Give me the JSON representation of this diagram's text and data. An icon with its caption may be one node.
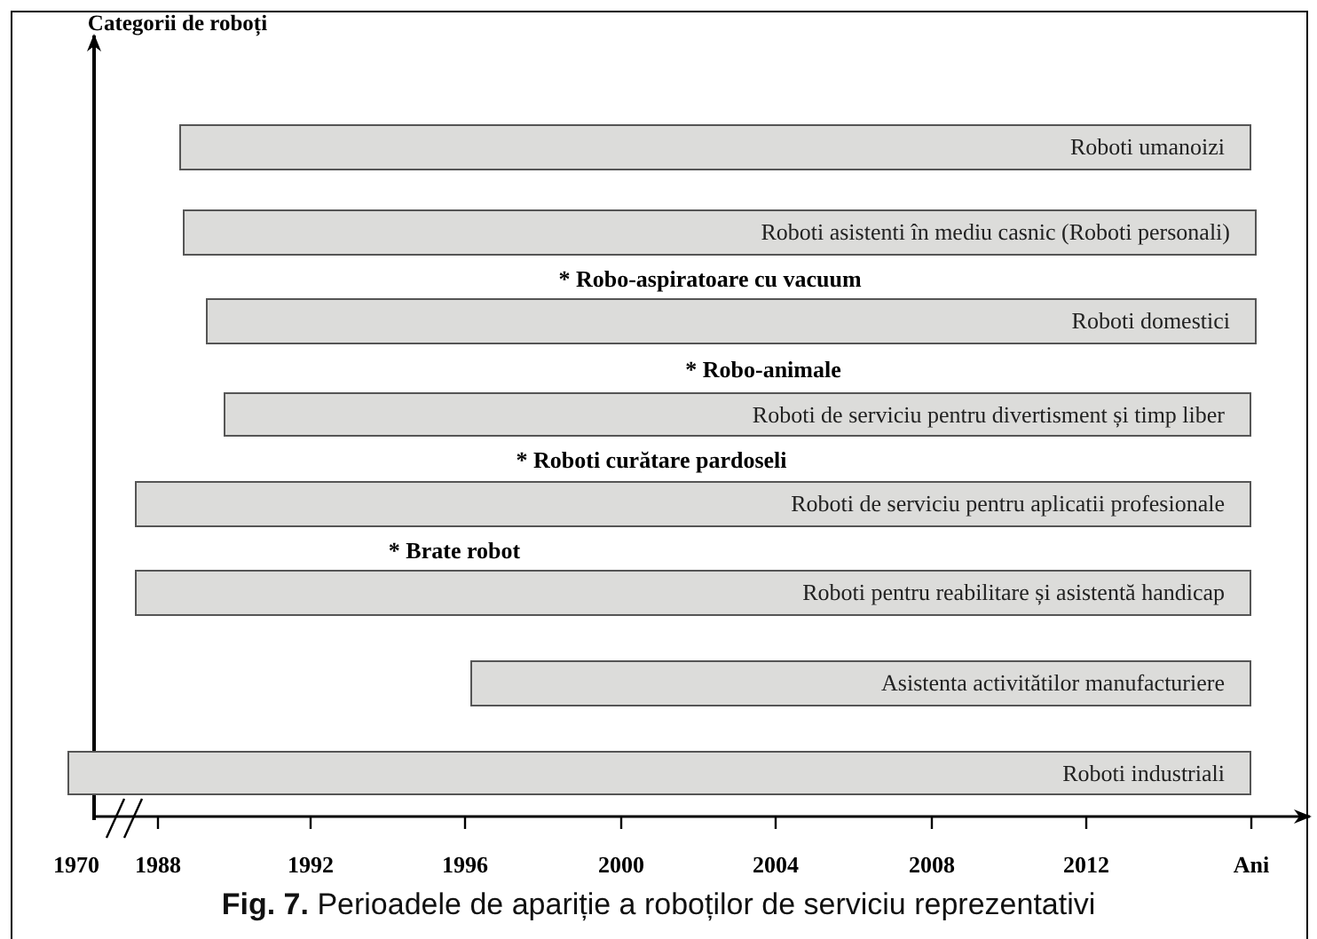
{
  "diagram": {
    "caption": "**Fig. 7.** Perioadele de apariție a roboților de serviciu reprezentativi",
    "nodes": [
      {
        "text": [
          "Roboti umanoizi"
        ]
      },
      {
        "text": [
          "Roboti asistenti în mediu casnic (Roboti personali)"
        ]
      },
      {
        "text": [
          "Roboti domestici"
        ]
      },
      {
        "text": [
          "Roboti de serviciu pentru divertisment și timp liber"
        ]
      },
      {
        "text": [
          "Roboti de serviciu pentru aplicatii profesionale"
        ]
      },
      {
        "text": [
          "Roboti pentru reabilitare și asistentă handicap"
        ]
      },
      {
        "text": [
          "Asistenta activitătilor manufacturiere"
        ]
      },
      {
        "text": [
          "Roboti industriali"
        ]
      }
    ],
    "labels": [
      "Categorii de roboți",
      "* Robo-aspiratoare cu vacuum",
      "* Robo-animale",
      "* Roboti curătare pardoseli",
      "* Brate robot",
      "1970",
      "1988",
      "1992",
      "1996",
      "2000",
      "2004",
      "2008",
      "2012",
      "Ani"
    ]
  }
}
